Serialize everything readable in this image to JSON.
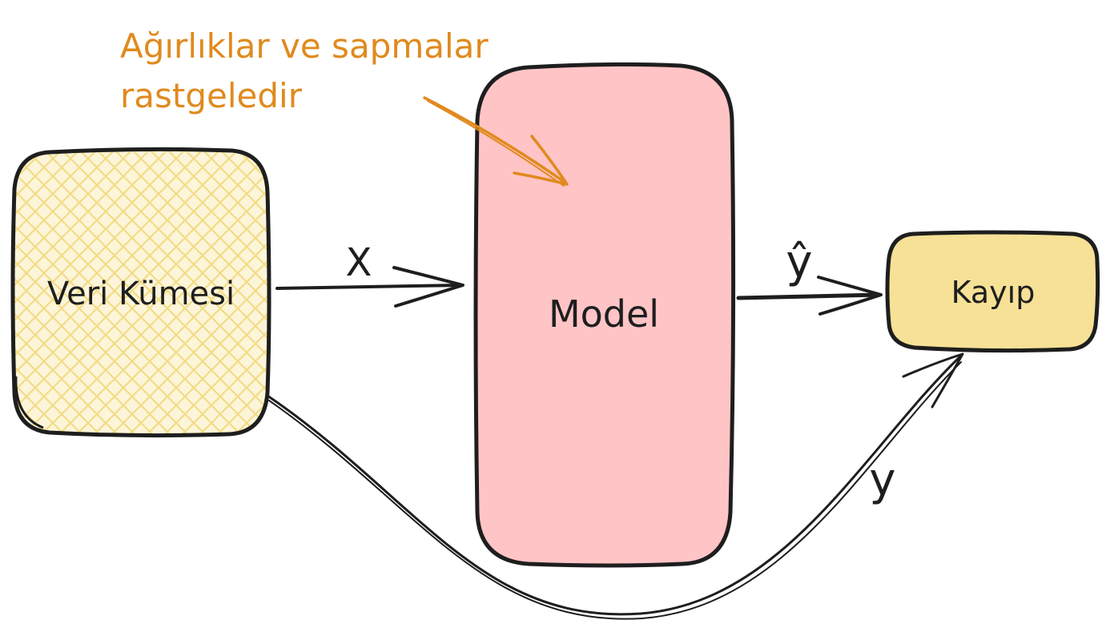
{
  "annotation": {
    "line1": "Ağırlıklar ve sapmalar",
    "line2": "rastgeledir"
  },
  "nodes": {
    "dataset": {
      "label": "Veri Kümesi"
    },
    "model": {
      "label": "Model"
    },
    "loss": {
      "label": "Kayıp"
    }
  },
  "edges": {
    "x_label": "X",
    "yhat_label": "ŷ",
    "y_label": "y"
  },
  "colors": {
    "stroke": "#1e1e1e",
    "dataset_fill": "#fbeebd",
    "dataset_hatch": "#f2dc86",
    "model_fill": "#ffc4c6",
    "loss_fill": "#f6e196",
    "annotation": "#e08a1e"
  }
}
